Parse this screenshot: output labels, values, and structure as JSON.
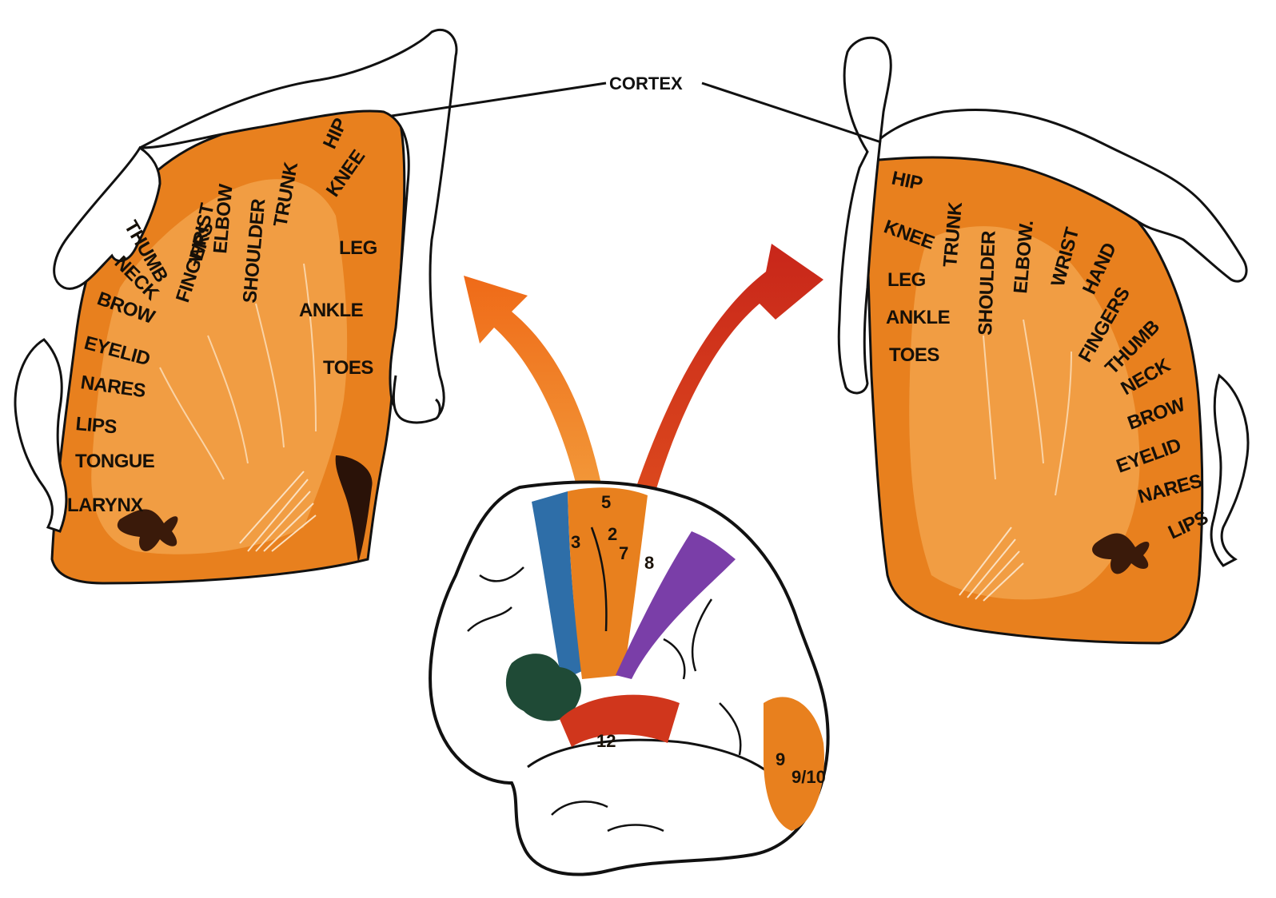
{
  "callout": {
    "cortex": "CORTEX"
  },
  "colors": {
    "cortex_orange": "#e8801e",
    "white_matter": "#f2a24a",
    "outline": "#111111",
    "area_blue": "#2e6ea8",
    "area_purple": "#7a3ea8",
    "area_red": "#d0361c",
    "area_green": "#1f4a36"
  },
  "left_section": {
    "labels": [
      "HIP",
      "KNEE",
      "TRUNK",
      "SHOULDER",
      "ELBOW",
      "WRIST",
      "FINGERS",
      "THUMB",
      "NECK",
      "BROW",
      "EYELID",
      "NARES",
      "LIPS",
      "TONGUE",
      "LARYNX",
      "LEG",
      "ANKLE",
      "TOES"
    ]
  },
  "right_section": {
    "labels": [
      "HIP",
      "KNEE",
      "LEG",
      "ANKLE",
      "TOES",
      "TRUNK",
      "SHOULDER",
      "ELBOW.",
      "WRIST",
      "HAND",
      "FINGERS",
      "THUMB",
      "NECK",
      "BROW",
      "EYELID",
      "NARES",
      "LIPS"
    ]
  },
  "brain": {
    "area_numbers": [
      "5",
      "3",
      "2",
      "7",
      "8",
      "12",
      "9",
      "9/10"
    ]
  },
  "arrows": {
    "left_color": "#f07a1e",
    "right_color": "#d4321a"
  }
}
